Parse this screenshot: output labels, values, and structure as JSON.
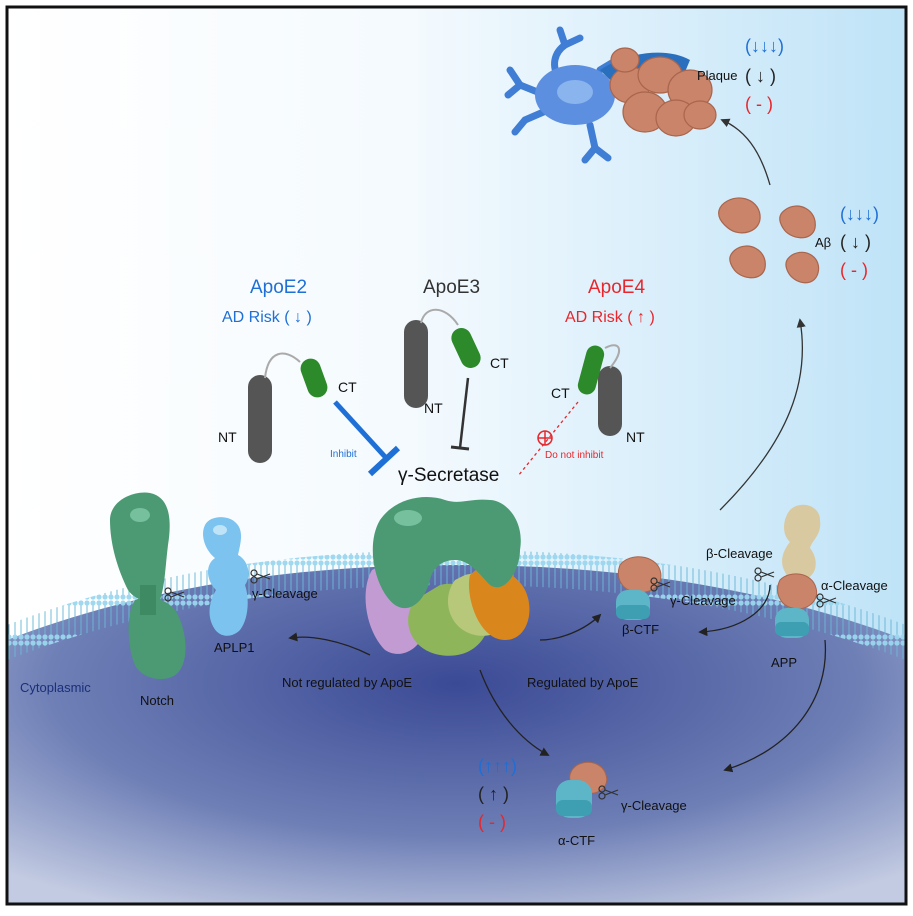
{
  "colors": {
    "apoe2": "#1e6fd6",
    "apoe3": "#333333",
    "apoe4": "#e8262b",
    "helix_grey": "#555555",
    "helix_green": "#2d8a2a",
    "membrane": "#8fd1ea",
    "cytoplasm": "#3a4b93",
    "notch": "#4c9a73",
    "aplp1": "#7cc3ef",
    "abeta": "#c98469",
    "ctf": "#5db6c8",
    "app_top": "#d9c9a0"
  },
  "labels": {
    "apoe2": "ApoE2",
    "apoe3": "ApoE3",
    "apoe4": "ApoE4",
    "ad_risk_down": "AD Risk ( ↓ )",
    "ad_risk_up": "AD Risk ( ↑ )",
    "nt": "NT",
    "ct": "CT",
    "inhibit": "Inhibit",
    "do_not_inhibit": "Do not inhibit",
    "gamma_secretase": "γ-Secretase",
    "gamma_cleavage": "γ-Cleavage",
    "beta_cleavage": "β-Cleavage",
    "alpha_cleavage": "α-Cleavage",
    "aplp1": "APLP1",
    "notch": "Notch",
    "cytoplasmic": "Cytoplasmic",
    "not_regulated": "Not regulated by ApoE",
    "regulated": "Regulated by ApoE",
    "beta_ctf": "β-CTF",
    "alpha_ctf": "α-CTF",
    "app": "APP",
    "abeta": "Aβ",
    "plaque": "Plaque"
  },
  "effects": {
    "plaque": {
      "apoe2": "(↓↓↓)",
      "apoe3": "( ↓ )",
      "apoe4": "( - )"
    },
    "abeta": {
      "apoe2": "(↓↓↓)",
      "apoe3": "( ↓ )",
      "apoe4": "( - )"
    },
    "alpha_ctf": {
      "apoe2": "(↑↑↑)",
      "apoe3": "( ↑ )",
      "apoe4": "( - )"
    }
  },
  "icons": {
    "scissors": "scissors-icon",
    "inhibit_marker": "inhibit-bar-icon",
    "no_inhibit_marker": "circle-plus-icon"
  }
}
